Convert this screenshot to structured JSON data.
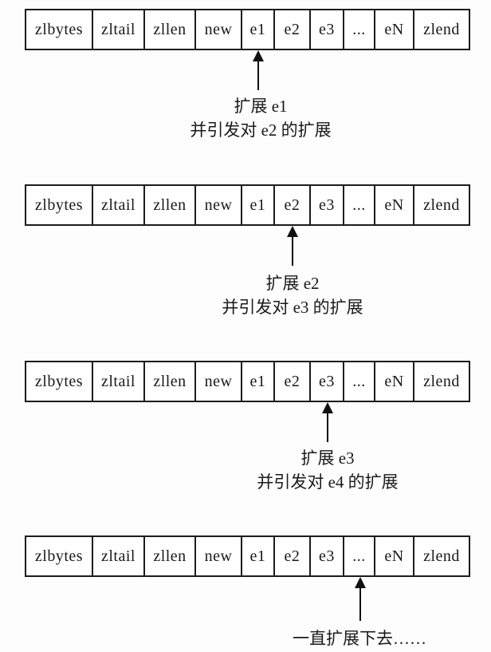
{
  "diagram": {
    "description_semantic": "ziplist-cascade-update-diagram",
    "cells": [
      "zlbytes",
      "zltail",
      "zllen",
      "new",
      "e1",
      "e2",
      "e3",
      "...",
      "eN",
      "zlend"
    ],
    "sections": [
      {
        "target_cell": "e1",
        "caption_lines": [
          "扩展 e1",
          "并引发对 e2 的扩展"
        ]
      },
      {
        "target_cell": "e2",
        "caption_lines": [
          "扩展 e2",
          "并引发对 e3 的扩展"
        ]
      },
      {
        "target_cell": "e3",
        "caption_lines": [
          "扩展 e3",
          "并引发对 e4 的扩展"
        ]
      },
      {
        "target_cell": "...",
        "caption_lines": [
          "一直扩展下去……"
        ]
      }
    ],
    "colors": {
      "background": "#fdfdfd",
      "cell_background": "#ffffff",
      "border": "#1c1c1c",
      "text": "#1a1a1a",
      "arrow": "#111111"
    }
  }
}
